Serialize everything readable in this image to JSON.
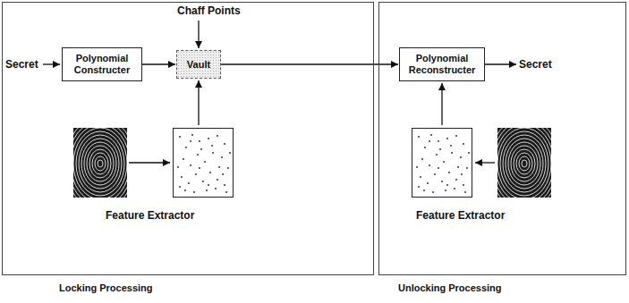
{
  "diagram": {
    "nodes": [
      {
        "text": [
          "Locking Processing"
        ]
      },
      {
        "text": [
          "Polynomial Constructer"
        ],
        "in": 0
      },
      {
        "text": [
          "Vault"
        ],
        "in": 0
      },
      {
        "text": [
          "Unlocking Processing"
        ]
      },
      {
        "text": [
          "Polynomial Reconstructer"
        ],
        "in": 3
      }
    ],
    "edges": [
      {
        "from": 1,
        "to": 2,
        "arrow": "to"
      },
      {
        "from": 2,
        "to": 4,
        "arrow": "to"
      }
    ],
    "labels": [
      "Chaff Points",
      "Secret",
      "Feature Extractor",
      "Secret",
      "Feature Extractor"
    ]
  }
}
